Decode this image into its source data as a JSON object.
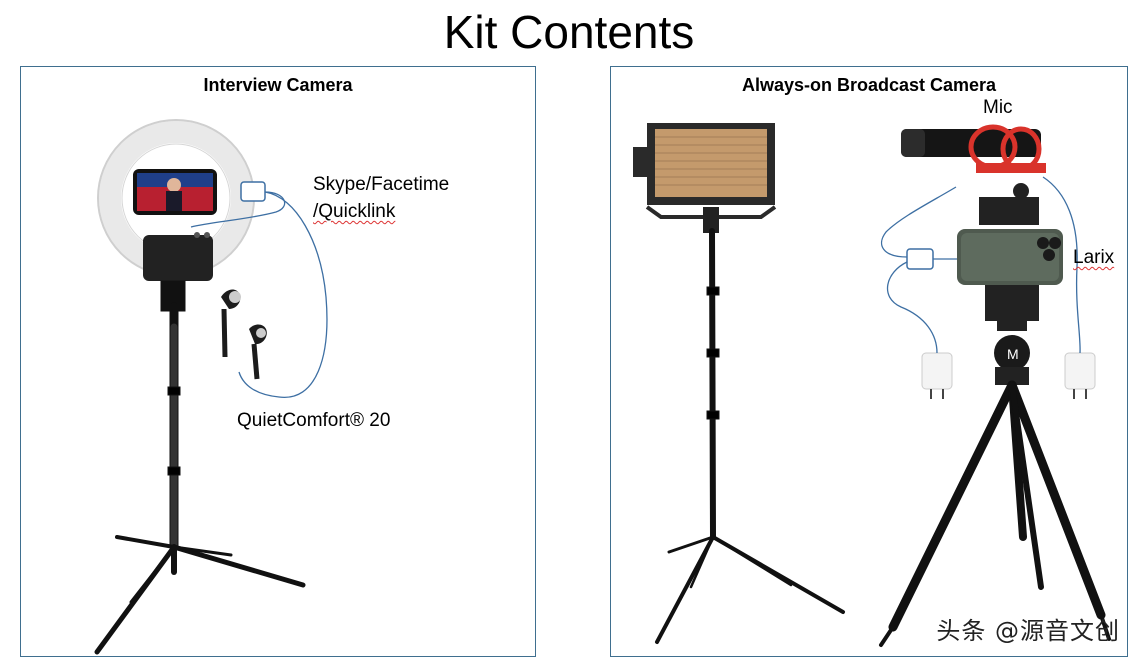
{
  "title": "Kit Contents",
  "left_panel": {
    "heading": "Interview Camera",
    "label_skype_line1": "Skype/Facetime",
    "label_skype_line2": "/Quicklink",
    "label_headphones": "QuietComfort® 20"
  },
  "right_panel": {
    "heading": "Always-on Broadcast Camera",
    "label_mic": "Mic",
    "label_app": "Larix"
  },
  "watermark": "头条 @源音文创",
  "colors": {
    "panel_border": "#3f6f8f",
    "cable": "#3d6fa3",
    "mic_mount": "#d9332b",
    "led_panel": "#c49a6c"
  },
  "icons": [
    "ring-light-icon",
    "phone-icon",
    "tripod-icon",
    "earbuds-icon",
    "led-panel-icon",
    "microphone-icon",
    "charger-icon",
    "phone-holder-icon",
    "ball-head-icon"
  ]
}
